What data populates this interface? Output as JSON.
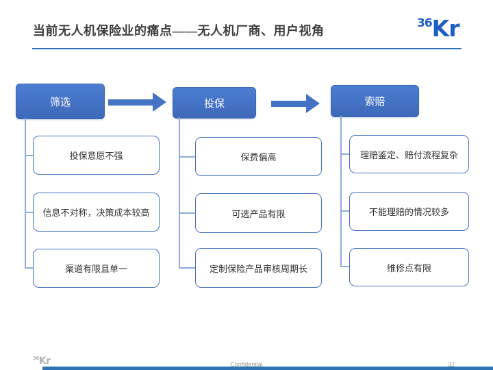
{
  "header": {
    "title": "当前无人机保险业的痛点——无人机厂商、用户视角",
    "logo": {
      "prefix": "36",
      "suffix": "Kr"
    }
  },
  "diagram": {
    "columns": [
      {
        "header": "筛选",
        "items": [
          "投保意愿不强",
          "信息不对称，决策成本较高",
          "渠道有限且单一"
        ]
      },
      {
        "header": "投保",
        "items": [
          "保费偏高",
          "可选产品有限",
          "定制保险产品审核周期长"
        ]
      },
      {
        "header": "索赔",
        "items": [
          "理赔鉴定、赔付流程复杂",
          "不能理赔的情况较多",
          "维修点有限"
        ]
      }
    ]
  },
  "footer": {
    "logo": {
      "prefix": "36",
      "suffix": "Kr"
    },
    "confidential": "Confidential",
    "page_number": "32"
  },
  "colors": {
    "accent_blue": "#4472C4",
    "rule_blue": "#2E74B5",
    "logo_blue": "#1E5FC4",
    "connector_blue": "#8FAADC",
    "title_gray": "#3F3F3F",
    "footer_gray": "#9A9A9A"
  }
}
